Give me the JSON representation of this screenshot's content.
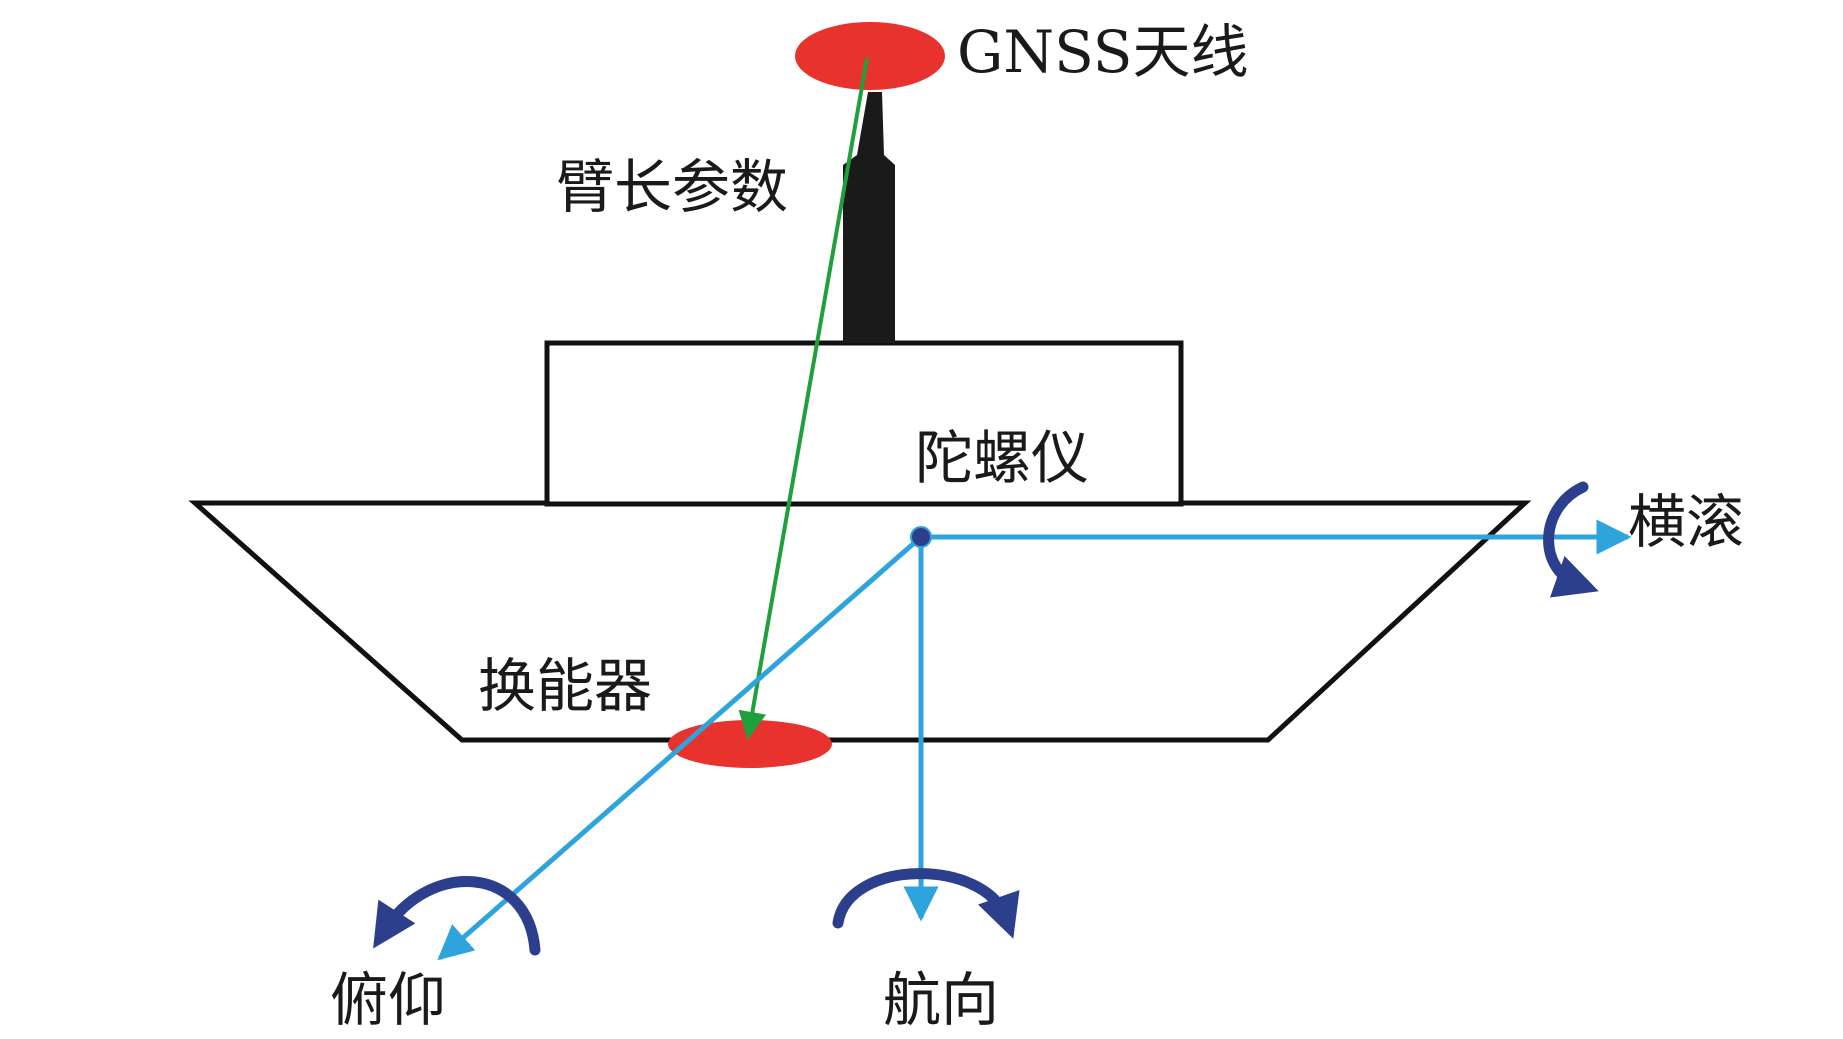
{
  "labels": {
    "gnss_antenna": "GNSS天线",
    "lever_arm": "臂长参数",
    "gyroscope": "陀螺仪",
    "transducer": "换能器",
    "roll": "横滚",
    "pitch": "俯仰",
    "heading": "航向"
  },
  "colors": {
    "antenna": "#e8322e",
    "transducer": "#e8322e",
    "mast": "#1a1a1a",
    "hull_stroke": "#111111",
    "lever_arrow": "#1fa03c",
    "axis": "#2ea3dc",
    "rotation_arrow": "#2c3f8c"
  }
}
